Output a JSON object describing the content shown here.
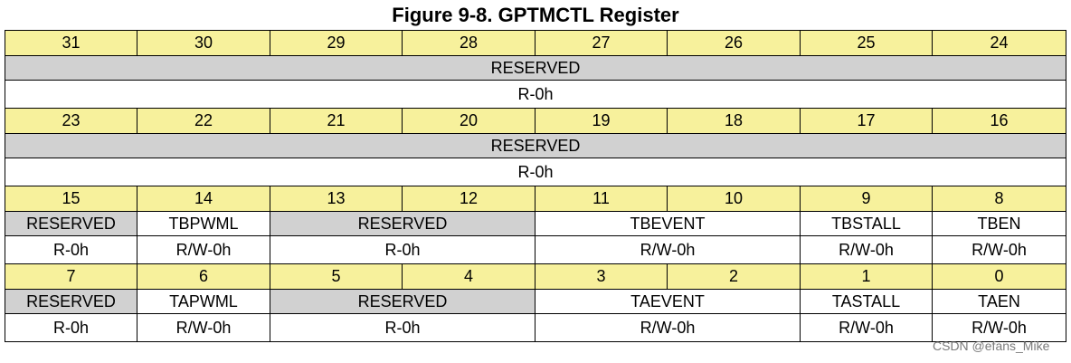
{
  "title": "Figure 9-8. GPTMCTL Register",
  "watermark": "CSDN @efans_Mike",
  "rows": [
    {
      "bits": [
        "31",
        "30",
        "29",
        "28",
        "27",
        "26",
        "25",
        "24"
      ],
      "fields": [
        {
          "name": "RESERVED",
          "access": "R-0h"
        }
      ]
    },
    {
      "bits": [
        "23",
        "22",
        "21",
        "20",
        "19",
        "18",
        "17",
        "16"
      ],
      "fields": [
        {
          "name": "RESERVED",
          "access": "R-0h"
        }
      ]
    },
    {
      "bits": [
        "15",
        "14",
        "13",
        "12",
        "11",
        "10",
        "9",
        "8"
      ],
      "fields": [
        {
          "name": "RESERVED",
          "access": "R-0h"
        },
        {
          "name": "TBPWML",
          "access": "R/W-0h"
        },
        {
          "name": "RESERVED",
          "access": "R-0h"
        },
        {
          "name": "TBEVENT",
          "access": "R/W-0h"
        },
        {
          "name": "TBSTALL",
          "access": "R/W-0h"
        },
        {
          "name": "TBEN",
          "access": "R/W-0h"
        }
      ]
    },
    {
      "bits": [
        "7",
        "6",
        "5",
        "4",
        "3",
        "2",
        "1",
        "0"
      ],
      "fields": [
        {
          "name": "RESERVED",
          "access": "R-0h"
        },
        {
          "name": "TAPWML",
          "access": "R/W-0h"
        },
        {
          "name": "RESERVED",
          "access": "R-0h"
        },
        {
          "name": "TAEVENT",
          "access": "R/W-0h"
        },
        {
          "name": "TASTALL",
          "access": "R/W-0h"
        },
        {
          "name": "TAEN",
          "access": "R/W-0h"
        }
      ]
    }
  ]
}
